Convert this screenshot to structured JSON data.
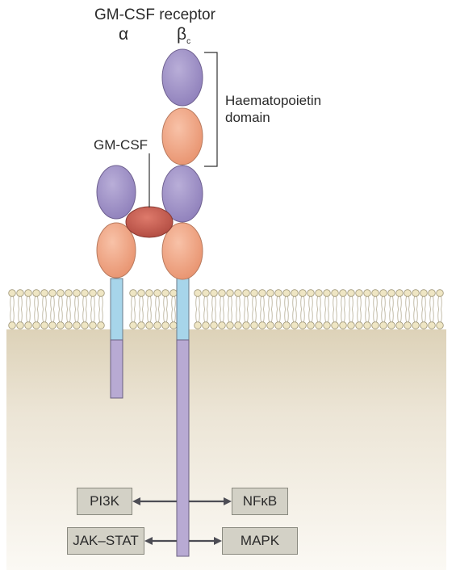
{
  "labels": {
    "receptor": "GM-CSF receptor",
    "alpha": "α",
    "beta": "β",
    "beta_sub": "c",
    "domain": "Haematopoietin\ndomain",
    "ligand": "GM-CSF"
  },
  "pathways": {
    "pi3k": "PI3K",
    "nfkb": "NFκB",
    "jak_stat": "JAK–STAT",
    "mapk": "MAPK"
  },
  "colors": {
    "extracellular_domain": "#a99bcb",
    "fibronectin_domain": "#f0aa8c",
    "ligand": "#c9564a",
    "transmembrane": "#a7d5ea",
    "cytoplasmic_tail": "#b8aad3",
    "membrane_head": "#efe6c4",
    "cytoplasm": "#ece5d6",
    "pathway_box": "#d3d1c6"
  }
}
